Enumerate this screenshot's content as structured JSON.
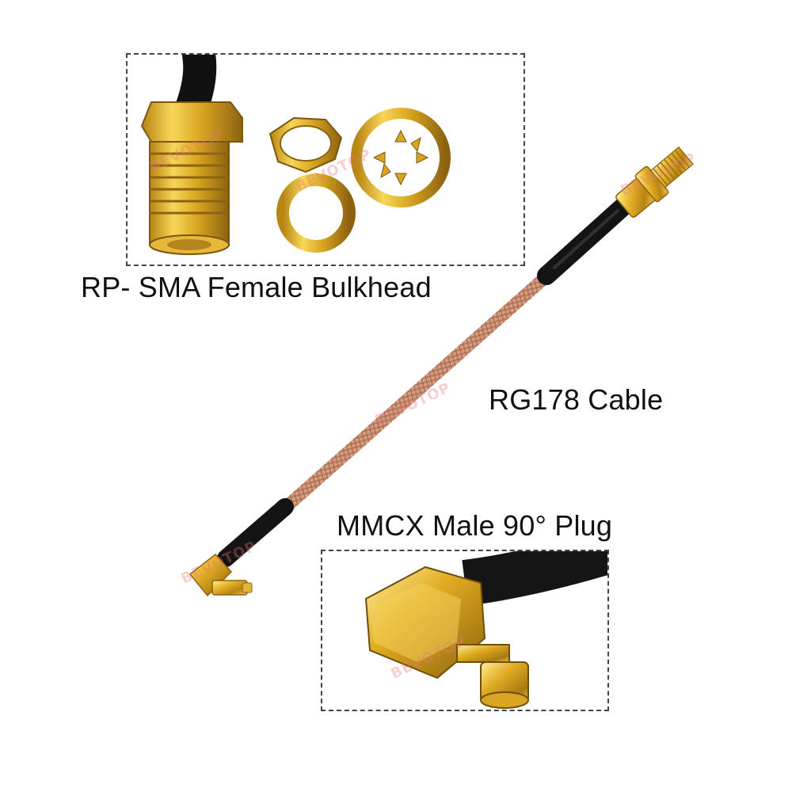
{
  "labels": {
    "sma": "RP- SMA Female Bulkhead",
    "cable": "RG178 Cable",
    "mmcx": "MMCX Male 90° Plug"
  },
  "watermark": "BEVOTOP",
  "colors": {
    "gold": "#d9a520",
    "cable_sheath": "#c98f72",
    "heatshrink": "#1a1a1a"
  }
}
